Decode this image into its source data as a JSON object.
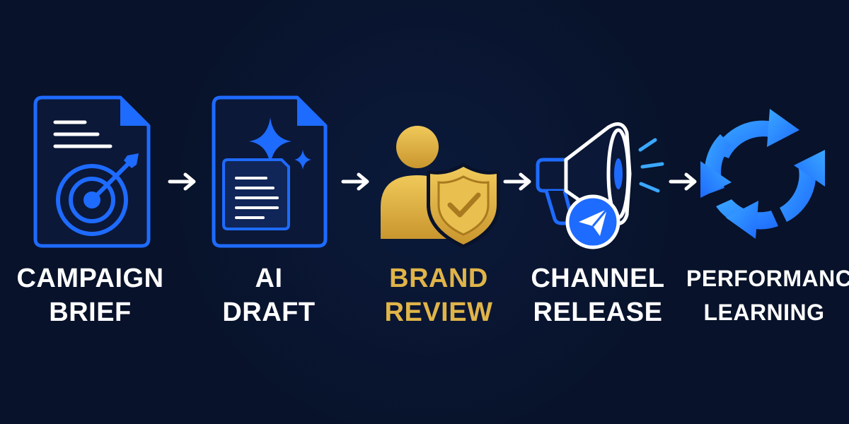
{
  "diagram": {
    "steps": [
      {
        "line1": "CAMPAIGN",
        "line2": "BRIEF",
        "color": "#ffffff",
        "icon": "document-target-icon"
      },
      {
        "line1": "AI",
        "line2": "DRAFT",
        "color": "#ffffff",
        "icon": "document-sparkle-icon"
      },
      {
        "line1": "BRAND",
        "line2": "REVIEW",
        "color": "#e0b448",
        "icon": "person-shield-check-icon"
      },
      {
        "line1": "CHANNEL",
        "line2": "RELEASE",
        "color": "#ffffff",
        "icon": "megaphone-send-icon"
      },
      {
        "line1": "PERFORMANCE",
        "line2": "LEARNING",
        "color": "#ffffff",
        "icon": "cycle-arrows-icon"
      }
    ],
    "arrow_icon": "arrow-right-icon",
    "colors": {
      "background": "#08122a",
      "blue": "#1e6bff",
      "light_blue": "#3aa8ff",
      "gold": "#e0b448",
      "white": "#ffffff"
    }
  }
}
